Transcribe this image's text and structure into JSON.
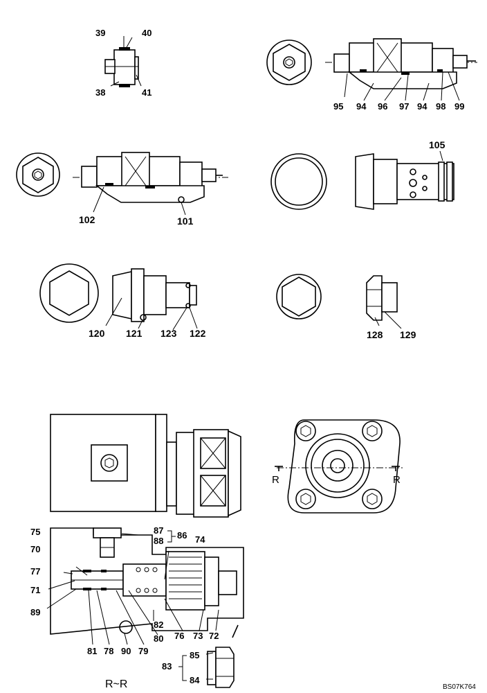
{
  "figure_code": "BS07K764",
  "section_label": "R~R",
  "section_marks": [
    "R",
    "R"
  ],
  "callouts": [
    {
      "id": "c39",
      "text": "39"
    },
    {
      "id": "c40",
      "text": "40"
    },
    {
      "id": "c38",
      "text": "38"
    },
    {
      "id": "c41",
      "text": "41"
    },
    {
      "id": "c95",
      "text": "95"
    },
    {
      "id": "c94a",
      "text": "94"
    },
    {
      "id": "c96",
      "text": "96"
    },
    {
      "id": "c97",
      "text": "97"
    },
    {
      "id": "c94b",
      "text": "94"
    },
    {
      "id": "c98",
      "text": "98"
    },
    {
      "id": "c99",
      "text": "99"
    },
    {
      "id": "c102",
      "text": "102"
    },
    {
      "id": "c101",
      "text": "101"
    },
    {
      "id": "c105",
      "text": "105"
    },
    {
      "id": "c120",
      "text": "120"
    },
    {
      "id": "c121",
      "text": "121"
    },
    {
      "id": "c123",
      "text": "123"
    },
    {
      "id": "c122",
      "text": "122"
    },
    {
      "id": "c128",
      "text": "128"
    },
    {
      "id": "c129",
      "text": "129"
    },
    {
      "id": "c75",
      "text": "75"
    },
    {
      "id": "c87",
      "text": "87"
    },
    {
      "id": "c88",
      "text": "88"
    },
    {
      "id": "c86",
      "text": "86"
    },
    {
      "id": "c74",
      "text": "74"
    },
    {
      "id": "c70",
      "text": "70"
    },
    {
      "id": "c77",
      "text": "77"
    },
    {
      "id": "c71",
      "text": "71"
    },
    {
      "id": "c89",
      "text": "89"
    },
    {
      "id": "c82",
      "text": "82"
    },
    {
      "id": "c80",
      "text": "80"
    },
    {
      "id": "c76",
      "text": "76"
    },
    {
      "id": "c73",
      "text": "73"
    },
    {
      "id": "c72",
      "text": "72"
    },
    {
      "id": "c81",
      "text": "81"
    },
    {
      "id": "c78",
      "text": "78"
    },
    {
      "id": "c90",
      "text": "90"
    },
    {
      "id": "c79",
      "text": "79"
    },
    {
      "id": "c85",
      "text": "85"
    },
    {
      "id": "c83",
      "text": "83"
    },
    {
      "id": "c84",
      "text": "84"
    }
  ]
}
